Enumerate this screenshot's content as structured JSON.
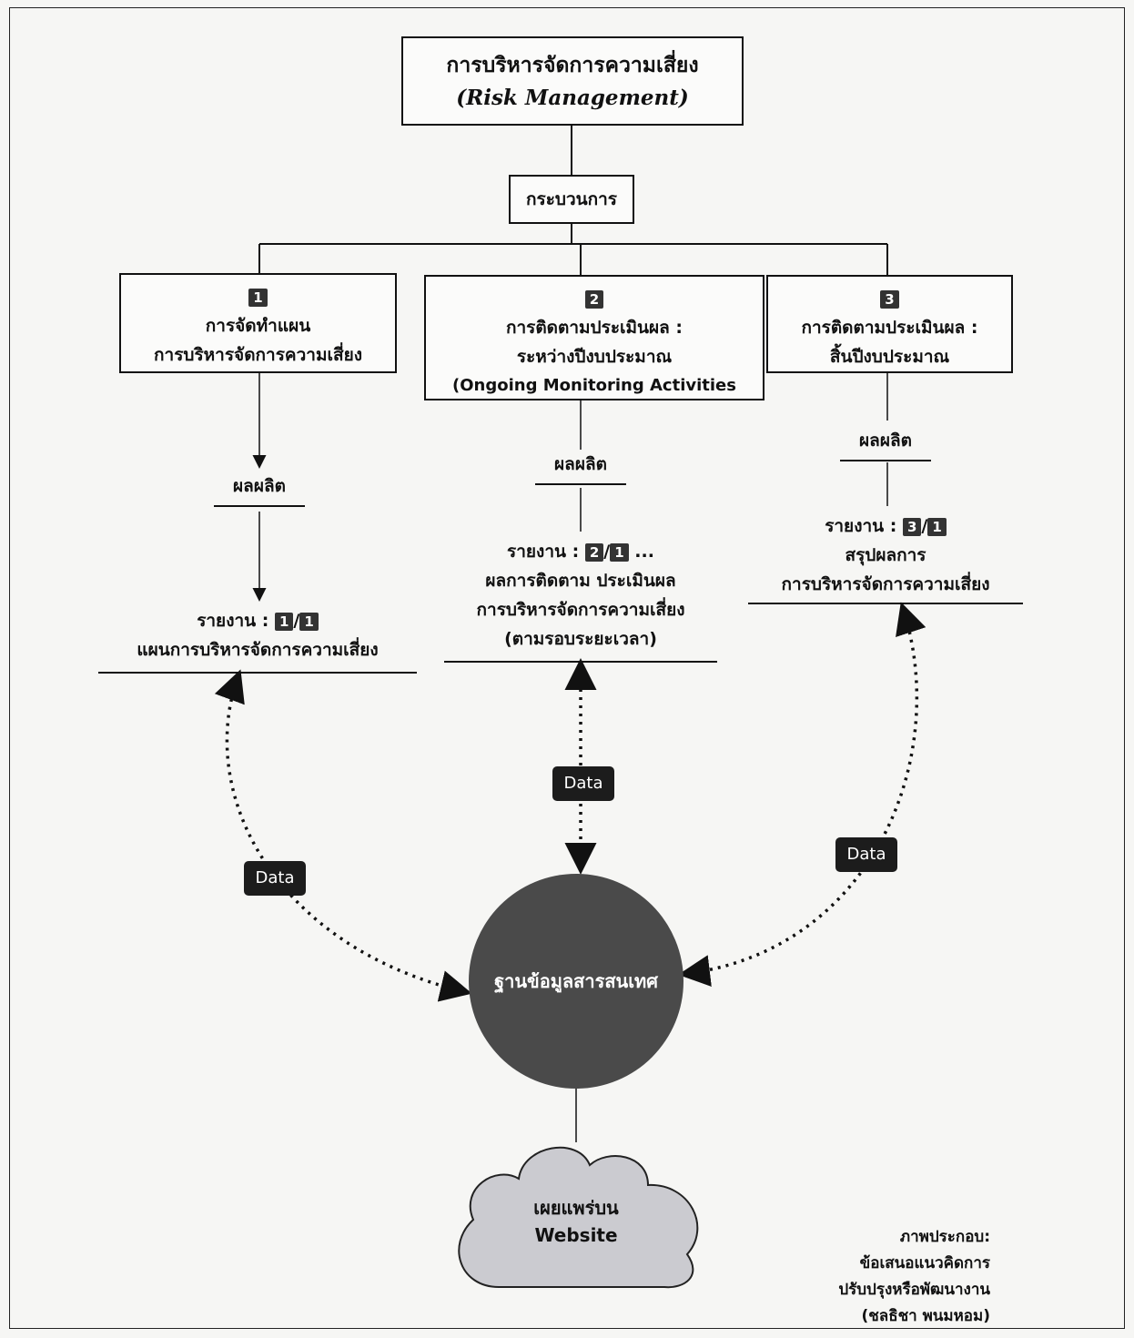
{
  "title": {
    "line1": "การบริหารจัดการความเสี่ยง",
    "line2": "(Risk Management)"
  },
  "process_label": "กระบวนการ",
  "steps": [
    {
      "num": "1",
      "line1": "การจัดทำแผน",
      "line2": "การบริหารจัดการความเสี่ยง"
    },
    {
      "num": "2",
      "line1": "การติดตามประเมินผล :",
      "line2": "ระหว่างปีงบประมาณ",
      "line3": "(Ongoing Monitoring Activities"
    },
    {
      "num": "3",
      "line1": "การติดตามประเมินผล :",
      "line2": "สิ้นปีงบประมาณ"
    }
  ],
  "output_label": "ผลผลิต",
  "reports": [
    {
      "prefix": "รายงาน :",
      "a": "1",
      "b": "1",
      "suffix": "",
      "line2": "แผนการบริหารจัดการความเสี่ยง"
    },
    {
      "prefix": "รายงาน :",
      "a": "2",
      "b": "1",
      "suffix": "...",
      "line2": "ผลการติดตาม ประเมินผล",
      "line3": "การบริหารจัดการความเสี่ยง",
      "line4": "(ตามรอบระยะเวลา)"
    },
    {
      "prefix": "รายงาน :",
      "a": "3",
      "b": "1",
      "suffix": "",
      "line2": "สรุปผลการ",
      "line3": "การบริหารจัดการความเสี่ยง"
    }
  ],
  "data_tag": "Data",
  "database": "ฐานข้อมูลสารสนเทศ",
  "cloud": {
    "line1": "เผยแพร่บน",
    "line2": "Website"
  },
  "caption": {
    "line1": "ภาพประกอบ:",
    "line2": "ข้อเสนอแนวคิดการ",
    "line3": "ปรับปรุงหรือพัฒนางาน",
    "line4": "(ชลธิชา พนมหอม)"
  }
}
